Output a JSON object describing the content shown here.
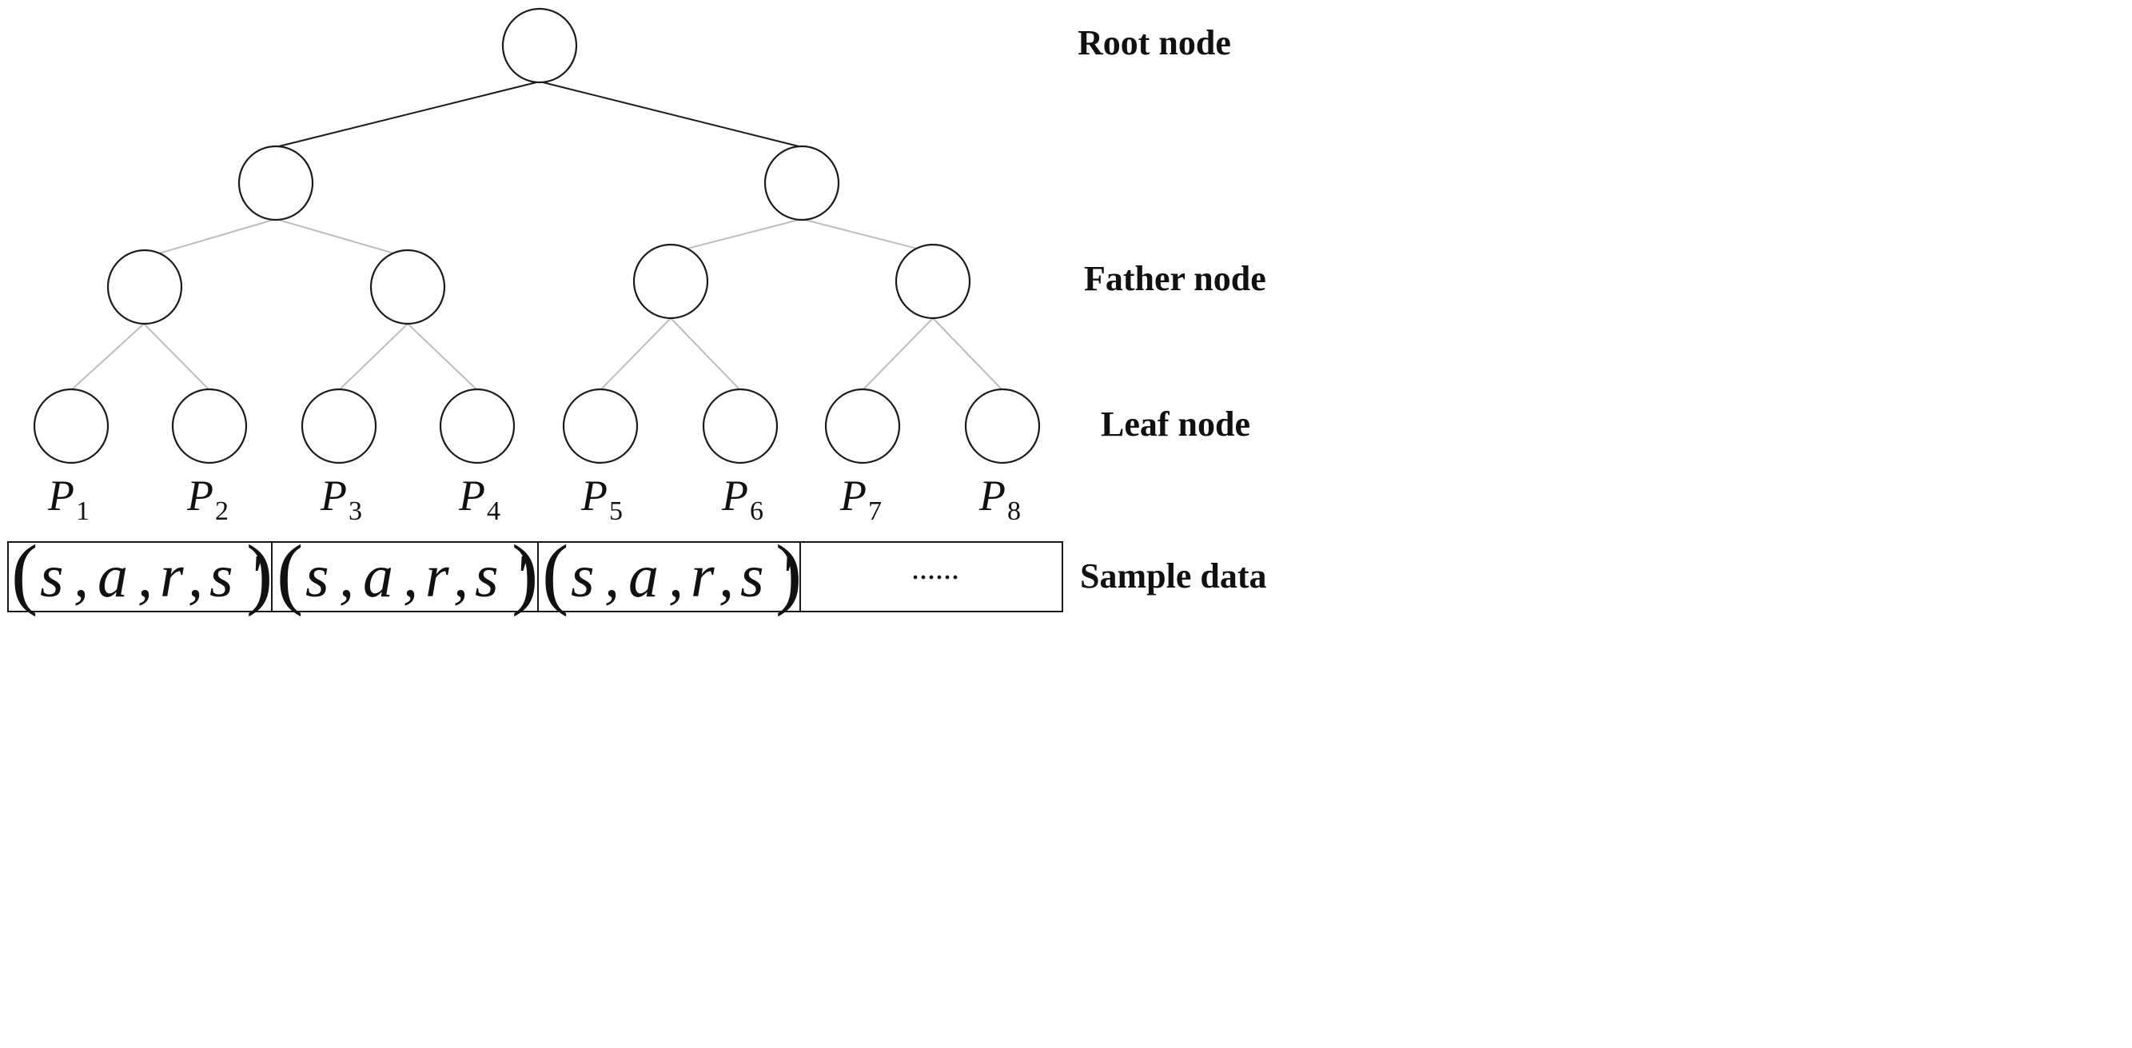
{
  "labels": {
    "root": "Root node",
    "father": "Father node",
    "leaf": "Leaf node",
    "sample": "Sample data"
  },
  "leaves": [
    {
      "letter": "P",
      "sub": "1"
    },
    {
      "letter": "P",
      "sub": "2"
    },
    {
      "letter": "P",
      "sub": "3"
    },
    {
      "letter": "P",
      "sub": "4"
    },
    {
      "letter": "P",
      "sub": "5"
    },
    {
      "letter": "P",
      "sub": "6"
    },
    {
      "letter": "P",
      "sub": "7"
    },
    {
      "letter": "P",
      "sub": "8"
    }
  ],
  "samples": [
    {
      "open": "(",
      "s": "s",
      "sep1": ",",
      "a": "a",
      "sep2": ",",
      "r": "r",
      "sep3": ",",
      "s2": "s '",
      "close": ")"
    },
    {
      "open": "(",
      "s": "s",
      "sep1": ",",
      "a": "a",
      "sep2": ",",
      "r": "r",
      "sep3": ",",
      "s2": "s '",
      "close": ")"
    },
    {
      "open": "(",
      "s": "s",
      "sep1": ",",
      "a": "a",
      "sep2": ",",
      "r": "r",
      "sep3": ",",
      "s2": "s '",
      "close": ")"
    }
  ],
  "ellipsis": "......"
}
